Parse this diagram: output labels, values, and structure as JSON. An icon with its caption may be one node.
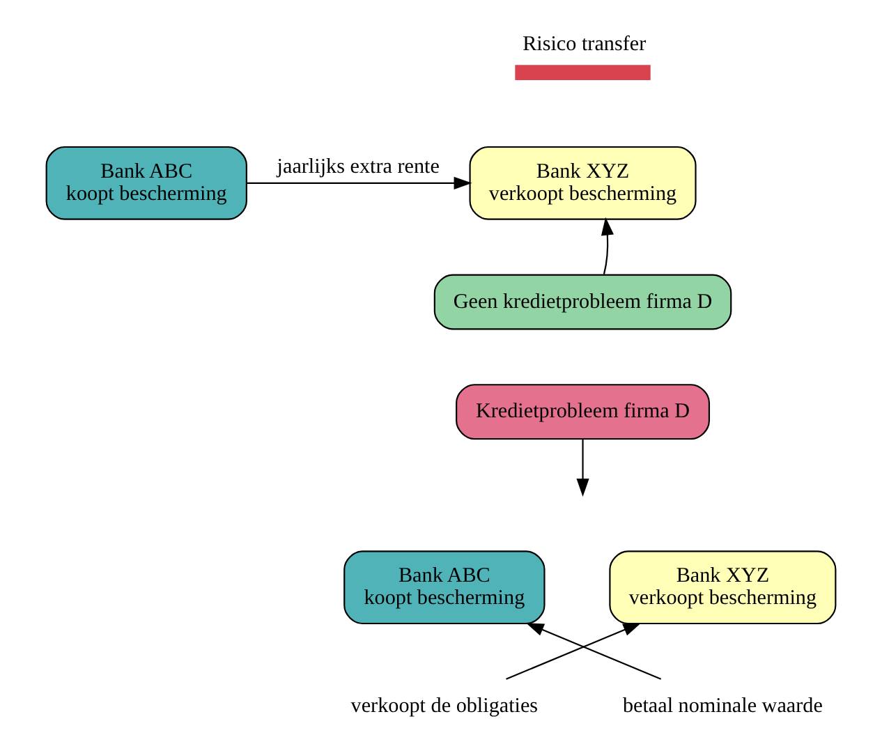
{
  "diagram": {
    "nodes": [
      {
        "text": [
          "Bank ABC",
          "koopt bescherming"
        ]
      },
      {
        "text": [
          "Bank XYZ",
          "verkoopt bescherming"
        ]
      },
      {
        "text": [
          "Geen kredietprobleem firma D"
        ]
      },
      {
        "text": [
          "Kredietprobleem firma D"
        ]
      },
      {
        "text": [
          "Bank ABC",
          "koopt bescherming"
        ]
      },
      {
        "text": [
          "Bank XYZ",
          "verkoopt bescherming"
        ]
      },
      {
        "text": [
          "verkoopt de obligaties"
        ]
      },
      {
        "text": [
          "betaal nominale waarde"
        ]
      }
    ],
    "edges": [
      {
        "from": 0,
        "to": 1,
        "arrow": "to",
        "label": "jaarlijks extra rente"
      },
      {
        "from": 2,
        "to": 1,
        "arrow": "to"
      },
      {
        "from": 3,
        "to": null,
        "arrow": "to"
      },
      {
        "from": 6,
        "to": 5,
        "arrow": "to"
      },
      {
        "from": 7,
        "to": 4,
        "arrow": "to"
      }
    ],
    "legend": [
      {
        "text": "Risico transfer",
        "color": "#d9434f"
      }
    ]
  }
}
